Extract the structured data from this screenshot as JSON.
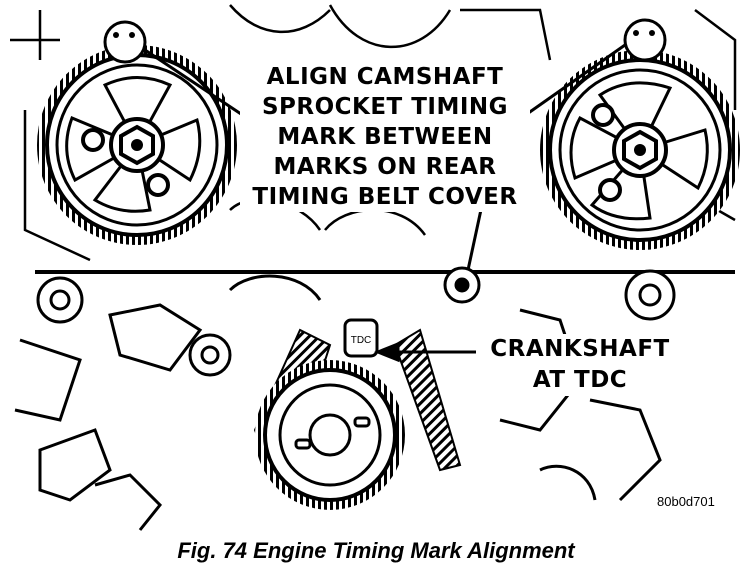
{
  "figure": {
    "callouts": {
      "camshaft": [
        "ALIGN CAMSHAFT",
        "SPROCKET TIMING",
        "MARK BETWEEN",
        "MARKS ON REAR",
        "TIMING BELT COVER"
      ],
      "crankshaft": [
        "CRANKSHAFT",
        "AT TDC"
      ]
    },
    "crank_mark_text": "TDC",
    "reference_code": "80b0d701",
    "caption": "Fig. 74 Engine Timing Mark Alignment"
  }
}
